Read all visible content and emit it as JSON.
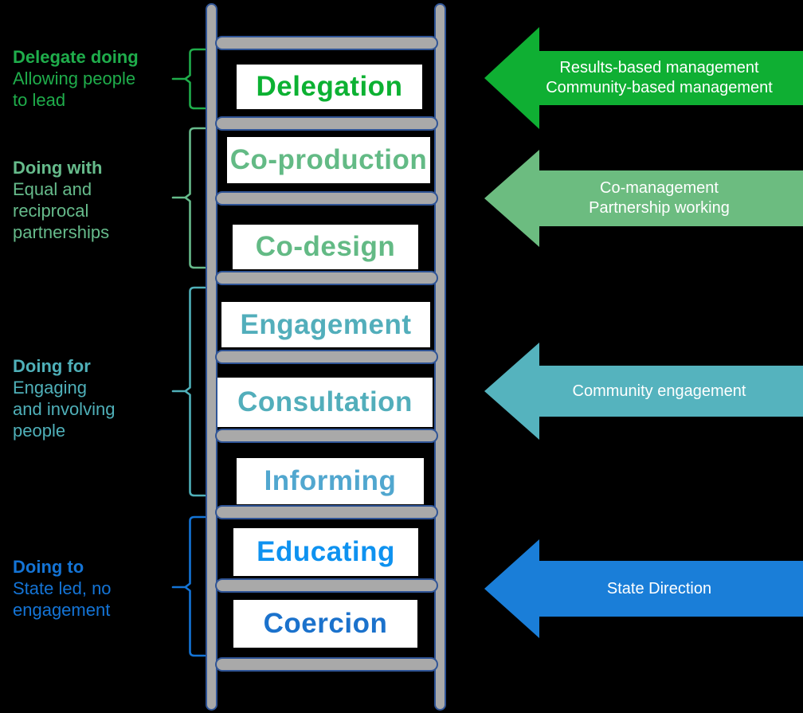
{
  "colors": {
    "background": "#000000",
    "ladder_gray": "#A9A9A9",
    "ladder_border": "#2F5496",
    "step_bg": "#FFFFFF",
    "white": "#FFFFFF"
  },
  "left_groups": [
    {
      "heading": "Delegate doing",
      "lines": [
        "Allowing people",
        "to lead"
      ],
      "color": "#1FAD4B"
    },
    {
      "heading": "Doing with",
      "lines": [
        "Equal and",
        "reciprocal",
        "partnerships"
      ],
      "color": "#66BB8B"
    },
    {
      "heading": "Doing for",
      "lines": [
        "Engaging",
        "and involving",
        "people"
      ],
      "color": "#4FB0B9"
    },
    {
      "heading": "Doing to",
      "lines": [
        "State led, no",
        "engagement"
      ],
      "color": "#1474D6"
    }
  ],
  "ladder": {
    "rail_color": "#A9A9A9",
    "border_color": "#2F5496",
    "step_bg": "#FFFFFF",
    "steps": [
      {
        "label": "Delegation",
        "color": "#0CB132"
      },
      {
        "label": "Co-production",
        "color": "#63BA85"
      },
      {
        "label": "Co-design",
        "color": "#63BA85"
      },
      {
        "label": "Engagement",
        "color": "#52AEBB"
      },
      {
        "label": "Consultation",
        "color": "#52AEBB"
      },
      {
        "label": "Informing",
        "color": "#51A7CF"
      },
      {
        "label": "Educating",
        "color": "#0E92F0"
      },
      {
        "label": "Coercion",
        "color": "#1B72CC"
      }
    ]
  },
  "arrows": [
    {
      "lines": [
        "Results-based management",
        "Community-based management"
      ],
      "color": "#0FAF33",
      "text_color": "#FFFFFF"
    },
    {
      "lines": [
        "Co-management",
        "Partnership working"
      ],
      "color": "#6CBC80",
      "text_color": "#FFFFFF"
    },
    {
      "lines": [
        "Community engagement"
      ],
      "color": "#55B3BE",
      "text_color": "#FFFFFF"
    },
    {
      "lines": [
        "State Direction"
      ],
      "color": "#1A7ED8",
      "text_color": "#FFFFFF"
    }
  ]
}
